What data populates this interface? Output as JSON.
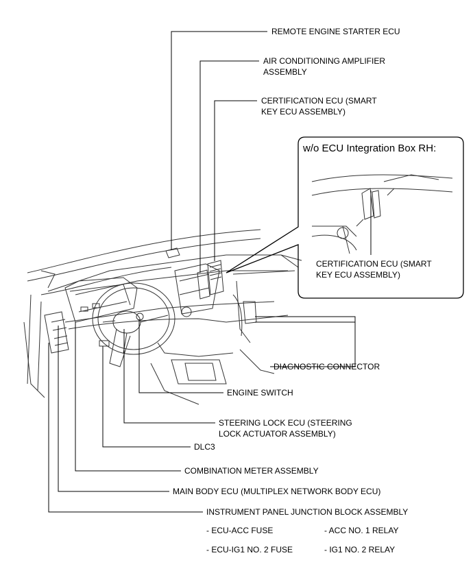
{
  "labels": {
    "remote_engine_starter": "REMOTE ENGINE STARTER ECU",
    "air_conditioning_line1": "AIR CONDITIONING AMPLIFIER",
    "air_conditioning_line2": "ASSEMBLY",
    "certification_line1": "CERTIFICATION ECU (SMART",
    "certification_line2": "KEY ECU ASSEMBLY)",
    "diagnostic_connector": "DIAGNOSTIC CONNECTOR",
    "engine_switch": "ENGINE SWITCH",
    "steering_lock_line1": "STEERING LOCK ECU (STEERING",
    "steering_lock_line2": "LOCK ACTUATOR ASSEMBLY)",
    "dlc3": "DLC3",
    "combination_meter": "COMBINATION METER ASSEMBLY",
    "main_body_ecu": "MAIN BODY ECU (MULTIPLEX NETWORK BODY ECU)",
    "instrument_panel_jb": "INSTRUMENT PANEL JUNCTION BLOCK ASSEMBLY",
    "ecu_acc_fuse": "- ECU-ACC FUSE",
    "acc_no1_relay": "- ACC NO. 1 RELAY",
    "ecu_ig1_no2_fuse": "- ECU-IG1 NO. 2 FUSE",
    "ig1_no2_relay": "- IG1 NO. 2 RELAY"
  },
  "inset": {
    "title": "w/o ECU Integration Box RH:",
    "certification_line1": "CERTIFICATION ECU (SMART",
    "certification_line2": "KEY ECU ASSEMBLY)"
  },
  "colors": {
    "line": "#000000",
    "drawing": "#333333",
    "background": "#ffffff"
  }
}
